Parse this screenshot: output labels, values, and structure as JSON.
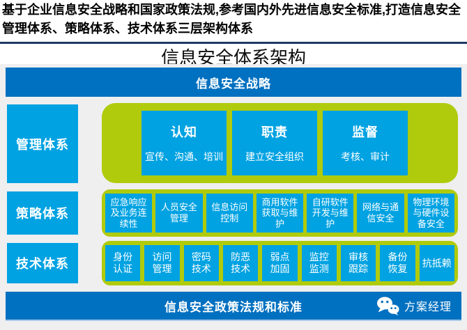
{
  "header": {
    "description": "基于企业信息安全战略和国家政策法规,参考国内外先进信息安全标准,打造信息安全管理体系、策略体系、技术体系三层架构体系",
    "title": "信息安全体系架构"
  },
  "diagram": {
    "top_bar": "信息安全战略",
    "bottom_bar": "信息安全政策法规和标准",
    "rows": [
      {
        "label": "管理体系",
        "boxes": [
          {
            "title": "认知",
            "subtitle": "宣传、沟通、培训"
          },
          {
            "title": "职责",
            "subtitle": "建立安全组织"
          },
          {
            "title": "监督",
            "subtitle": "考核、审计"
          }
        ]
      },
      {
        "label": "策略体系",
        "boxes": [
          "应急响应\n及业务连\n续性",
          "人员安全\n管理",
          "信息访问\n控制",
          "商用软件\n获取与维\n护",
          "自研软件\n开发与维\n护",
          "网络与通\n信安全",
          "物理环境\n与硬件设\n备安全"
        ]
      },
      {
        "label": "技术体系",
        "boxes": [
          "身份\n认证",
          "访问\n管理",
          "密码\n技术",
          "防恶\n技术",
          "弱点\n加固",
          "监控\n监测",
          "审核\n跟踪",
          "备份\n恢复",
          "抗抵赖"
        ]
      }
    ]
  },
  "footer": {
    "wechat_icon": "wechat-icon",
    "wechat_label": "方案经理"
  },
  "colors": {
    "deep_blue": "#0070C0",
    "cyan": "#00A2E2",
    "green": "#B0CB0B",
    "navy_line": "#1F3864",
    "canvas_gray": "#EFEFF0",
    "bar_bottom_edge": "#A5C9EC"
  }
}
